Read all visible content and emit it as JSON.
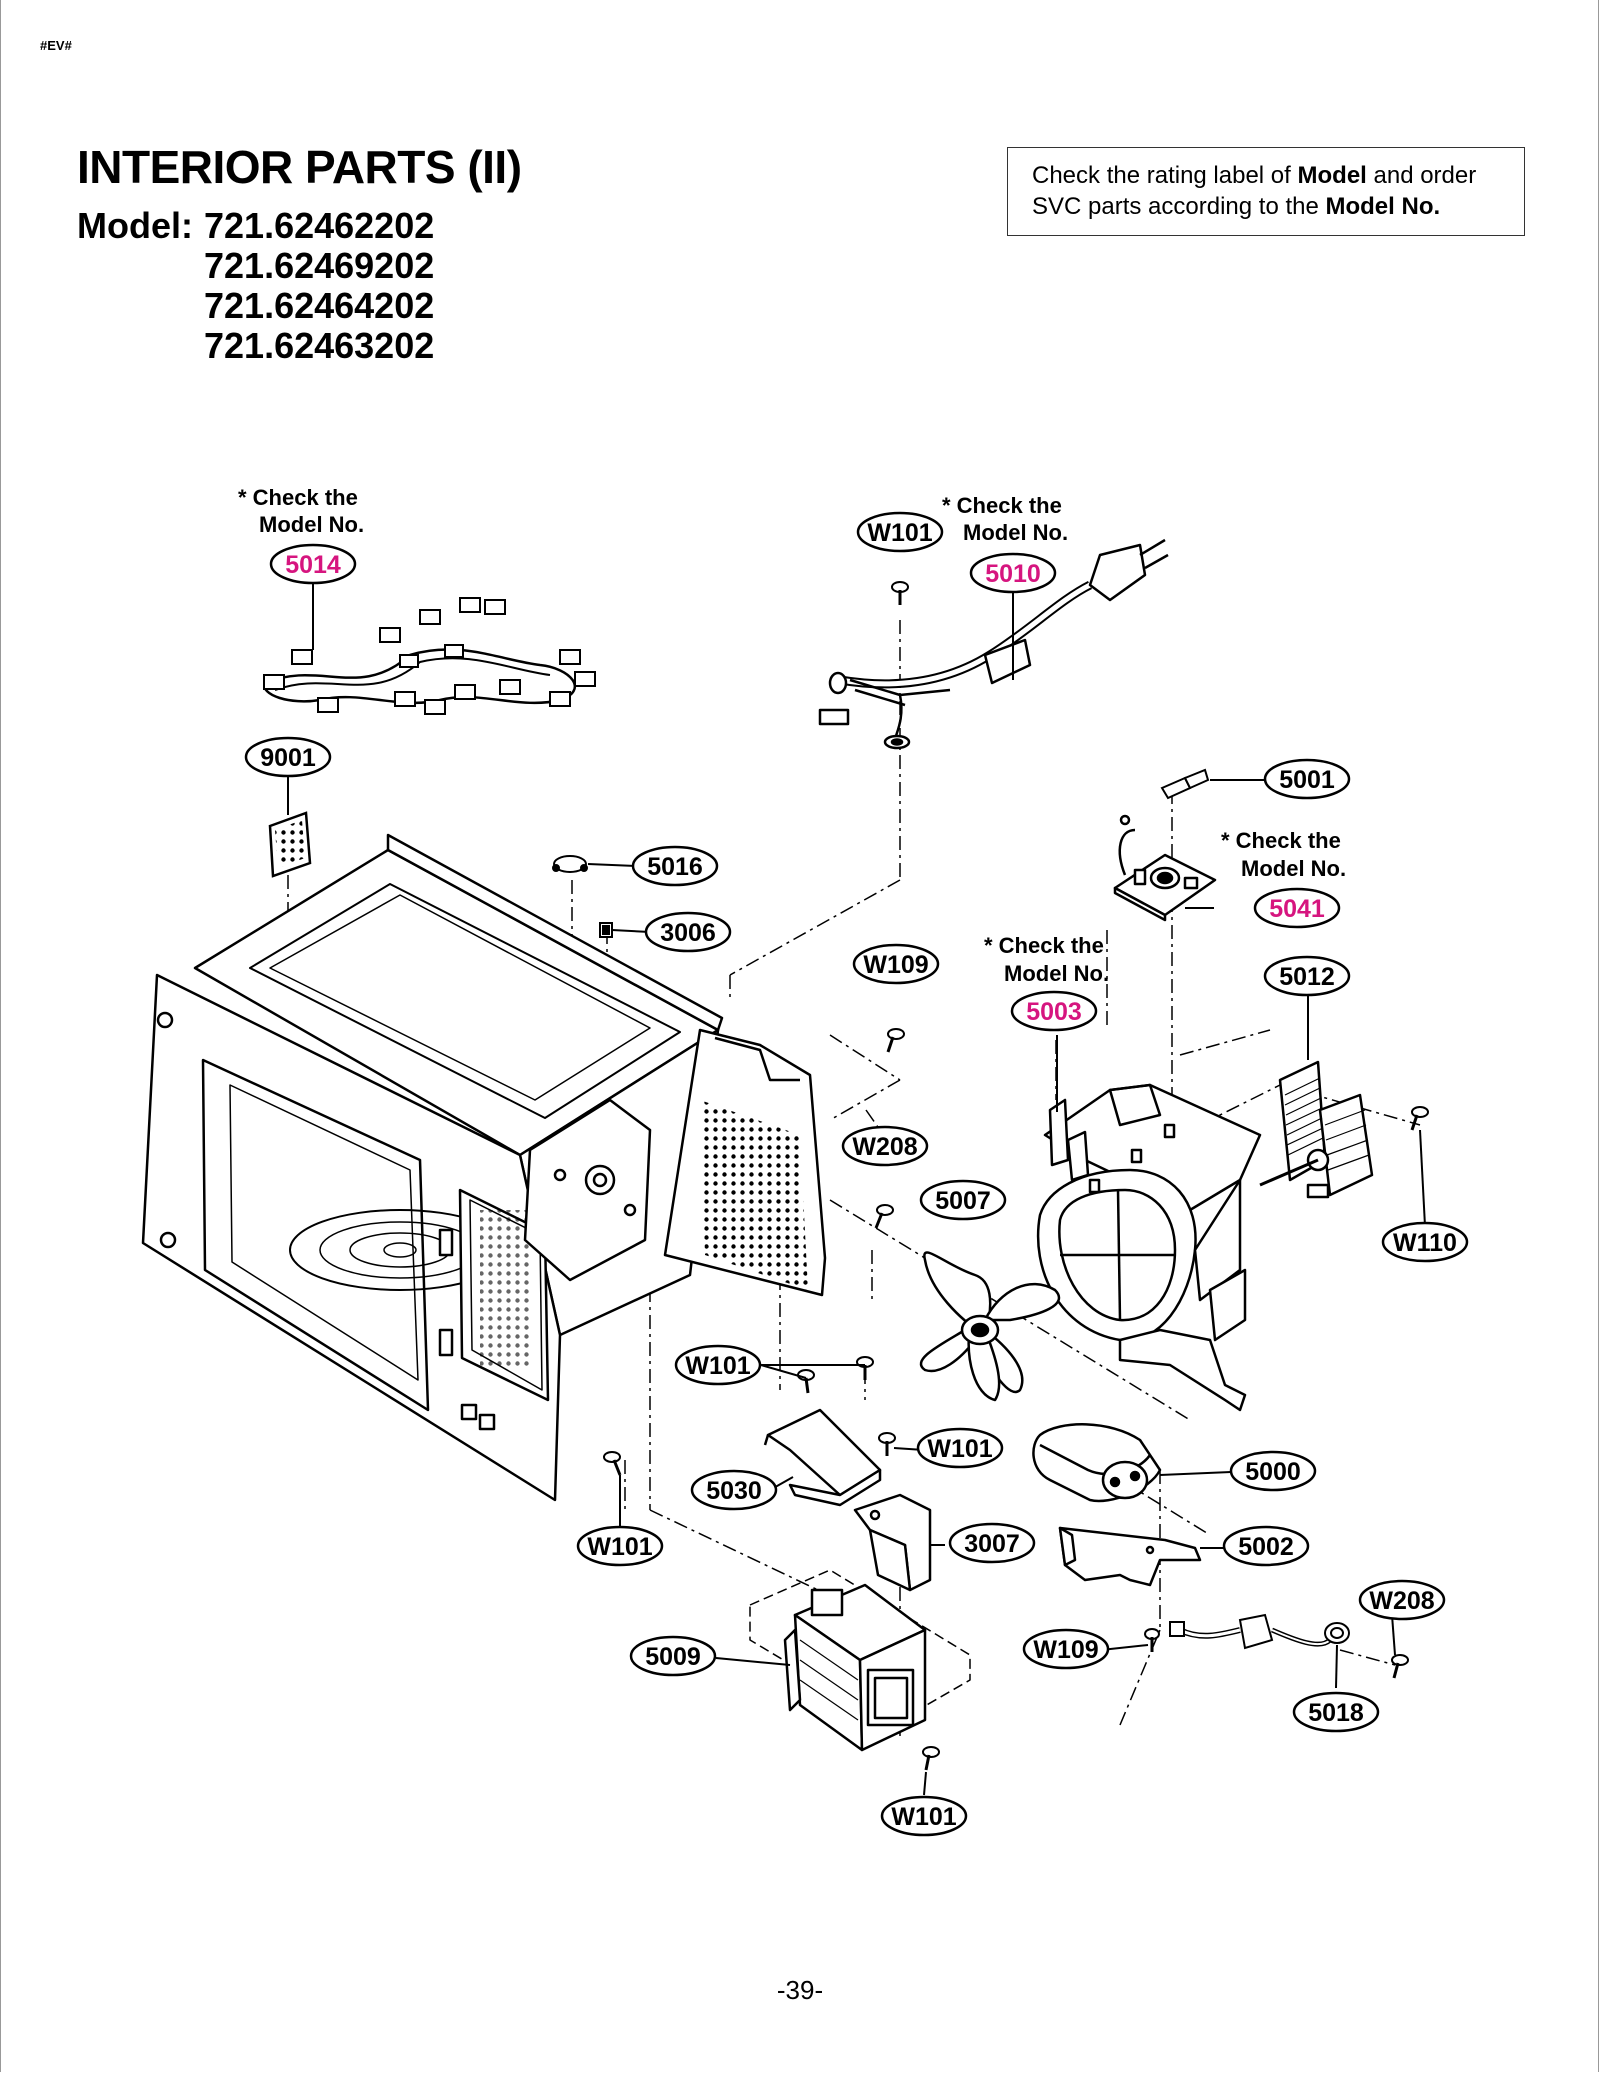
{
  "header": {
    "tag": "#EV#",
    "title": "INTERIOR PARTS (II)",
    "model_label": "Model:",
    "models": [
      "721.62462202",
      "721.62469202",
      "721.62464202",
      "721.62463202"
    ]
  },
  "notice": {
    "part1": "Check the rating label of ",
    "bold1": "Model",
    "part2": " and order",
    "part3": "SVC parts according to the ",
    "bold2": "Model No."
  },
  "notes": {
    "line1": "* Check the",
    "line2": "Model No."
  },
  "callouts": {
    "c5014": "5014",
    "c5010": "5010",
    "c9001": "9001",
    "c5001": "5001",
    "c5016": "5016",
    "c5041": "5041",
    "c3006": "3006",
    "c5003": "5003",
    "c5012": "5012",
    "c5007": "5007",
    "c5000": "5000",
    "c5002": "5002",
    "c5030": "5030",
    "c3007": "3007",
    "c5009": "5009",
    "c5018": "5018",
    "w101": "W101",
    "w109": "W109",
    "w208": "W208",
    "w110": "W110"
  },
  "colors": {
    "highlight": "#d6157f",
    "ink": "#000000"
  },
  "footer": {
    "page_number": "-39-"
  }
}
